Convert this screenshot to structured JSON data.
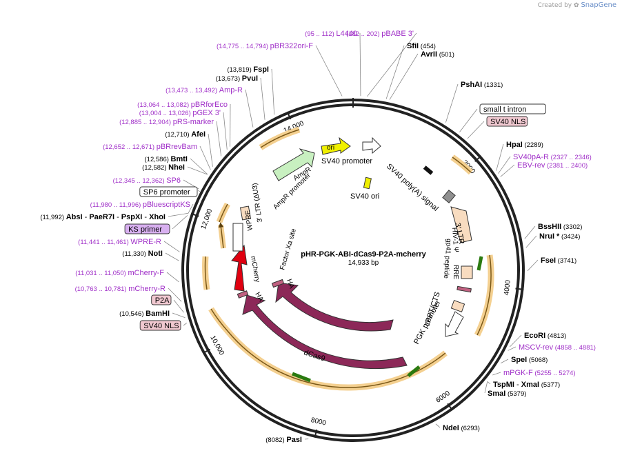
{
  "credit": {
    "prefix": "Created by",
    "brand": "SnapGene"
  },
  "plasmid": {
    "name": "pHR-PGK-ABI-dCas9-P2A-mcherry",
    "length_label": "14,933 bp",
    "length": 14933
  },
  "colors": {
    "primer": "#a030c8",
    "enzyme": "#000000",
    "feature_pink": "#f0c8d0",
    "cas9": "#8c2858",
    "mcherry": "#e00010",
    "ori": "#f0f000",
    "orange_band": "#f0b848"
  },
  "ring_ticks": [
    {
      "bp": 2000,
      "label": "2000"
    },
    {
      "bp": 4000,
      "label": "4000"
    },
    {
      "bp": 6000,
      "label": "6000"
    },
    {
      "bp": 8000,
      "label": "8000"
    },
    {
      "bp": 10000,
      "label": "10,000"
    },
    {
      "bp": 12000,
      "label": "12,000"
    },
    {
      "bp": 14000,
      "label": "14,000"
    }
  ],
  "right_labels": [
    {
      "kind": "enzyme",
      "name": "SfiI",
      "pos": "(454)",
      "bp": 454
    },
    {
      "kind": "enzyme",
      "name": "AvrII",
      "pos": "(501)",
      "bp": 501
    },
    {
      "kind": "enzyme",
      "name": "PshAI",
      "pos": "(1331)",
      "bp": 1331
    },
    {
      "kind": "boxed",
      "name": "small t intron",
      "bp": 1560
    },
    {
      "kind": "pinkbox",
      "name": "SV40 NLS",
      "bp": 1700
    },
    {
      "kind": "enzyme",
      "name": "HpaI",
      "pos": "(2289)",
      "bp": 2289
    },
    {
      "kind": "primer",
      "name": "SV40pA-R",
      "pos": "(2327 .. 2346)",
      "bp": 2336
    },
    {
      "kind": "primer",
      "name": "EBV-rev",
      "pos": "(2381 .. 2400)",
      "bp": 2390
    },
    {
      "kind": "enzyme",
      "name": "BssHII",
      "pos": "(3302)",
      "bp": 3302
    },
    {
      "kind": "enzyme",
      "name": "NruI *",
      "pos": "(3424)",
      "bp": 3424
    },
    {
      "kind": "enzyme",
      "name": "FseI",
      "pos": "(3741)",
      "bp": 3741
    },
    {
      "kind": "enzyme",
      "name": "EcoRI",
      "pos": "(4813)",
      "bp": 4813
    },
    {
      "kind": "primer",
      "name": "MSCV-rev",
      "pos": "(4858 .. 4881)",
      "bp": 4870
    },
    {
      "kind": "enzyme",
      "name": "SpeI",
      "pos": "(5068)",
      "bp": 5068
    },
    {
      "kind": "primer",
      "name": "mPGK-F",
      "pos": "(5255 .. 5274)",
      "bp": 5265
    },
    {
      "kind": "enzyme2",
      "name": "TspMI",
      "name2": "XmaI",
      "pos": "(5377)",
      "bp": 5377
    },
    {
      "kind": "enzyme",
      "name": "SmaI",
      "pos": "(5379)",
      "bp": 5379
    },
    {
      "kind": "enzyme",
      "name": "NdeI",
      "pos": "(6293)",
      "bp": 6293
    }
  ],
  "left_labels": [
    {
      "kind": "enzyme",
      "name": "PasI",
      "pos": "(8082)",
      "bp": 8082
    },
    {
      "kind": "pinkbox",
      "name": "SV40 NLS",
      "bp": 10470
    },
    {
      "kind": "enzyme",
      "name": "BamHI",
      "pos": "(10,546)",
      "bp": 10546
    },
    {
      "kind": "pinkbox",
      "name": "P2A",
      "bp": 10620
    },
    {
      "kind": "primer",
      "name": "mCherry-R",
      "pos": "(10,763 .. 10,781)",
      "bp": 10772
    },
    {
      "kind": "primer",
      "name": "mCherry-F",
      "pos": "(11,031 .. 11,050)",
      "bp": 11040
    },
    {
      "kind": "enzyme",
      "name": "NotI",
      "pos": "(11,330)",
      "bp": 11330
    },
    {
      "kind": "primer",
      "name": "WPRE-R",
      "pos": "(11,441 .. 11,461)",
      "bp": 11451
    },
    {
      "kind": "purplebox",
      "name": "KS primer",
      "bp": 11960
    },
    {
      "kind": "enzyme4",
      "name": "AbsI",
      "name2": "PaeR7I",
      "name3": "PspXI",
      "name4": "XhoI",
      "pos": "(11,992)",
      "bp": 11992
    },
    {
      "kind": "primer",
      "name": "pBluescriptKS",
      "pos": "(11,980 .. 11,996)",
      "bp": 11988
    },
    {
      "kind": "whitebox",
      "name": "SP6 promoter",
      "bp": 12330
    },
    {
      "kind": "primer",
      "name": "SP6",
      "pos": "(12,345 .. 12,362)",
      "bp": 12353
    },
    {
      "kind": "enzyme",
      "name": "NheI",
      "pos": "(12,582)",
      "bp": 12582
    },
    {
      "kind": "enzyme",
      "name": "BmtI",
      "pos": "(12,586)",
      "bp": 12586
    },
    {
      "kind": "primer",
      "name": "pBRrevBam",
      "pos": "(12,652 .. 12,671)",
      "bp": 12661
    },
    {
      "kind": "enzyme",
      "name": "AfeI",
      "pos": "(12,710)",
      "bp": 12710
    },
    {
      "kind": "primer",
      "name": "pRS-marker",
      "pos": "(12,885 .. 12,904)",
      "bp": 12895
    },
    {
      "kind": "primer",
      "name": "pGEX 3'",
      "pos": "(13,004 .. 13,026)",
      "bp": 13015
    },
    {
      "kind": "primer",
      "name": "pBRforEco",
      "pos": "(13,064 .. 13,082)",
      "bp": 13073
    },
    {
      "kind": "primer",
      "name": "Amp-R",
      "pos": "(13,473 .. 13,492)",
      "bp": 13482
    },
    {
      "kind": "enzyme",
      "name": "PvuI",
      "pos": "(13,673)",
      "bp": 13673
    },
    {
      "kind": "enzyme",
      "name": "FspI",
      "pos": "(13,819)",
      "bp": 13819
    },
    {
      "kind": "primer",
      "name": "pBR322ori-F",
      "pos": "(14,775 .. 14,794)",
      "bp": 14784
    }
  ],
  "top_labels": [
    {
      "kind": "primer",
      "name": "L4440",
      "pos": "(95 .. 112)",
      "bp": 103
    },
    {
      "kind": "primer",
      "name": "pBABE 3'",
      "pos": "(182 .. 202)",
      "bp": 192
    }
  ],
  "inner_labels": {
    "ori": "ori",
    "sv40_promoter": "SV40 promoter",
    "sv40_ori": "SV40 ori",
    "sv40_polya": "SV40 poly(A) signal",
    "ltr3": "3' LTR",
    "hiv1_psi": "HIV-1 Ψ",
    "rre": "RRE",
    "gp41": "gp41 peptide",
    "cppt": "cPPT/CTS",
    "pgk": "PGK promoter",
    "cas9": "Cas9",
    "dcas9": "dCas9",
    "ha1": "HA",
    "ha2": "HA",
    "mcherry": "mCherry",
    "factor_xa": "Factor Xa site",
    "ltr3_du3": "3' LTR (ΔU3)",
    "wpre": "WPRE",
    "ampr": "AmpR",
    "ampr_promoter": "AmpR promoter"
  }
}
